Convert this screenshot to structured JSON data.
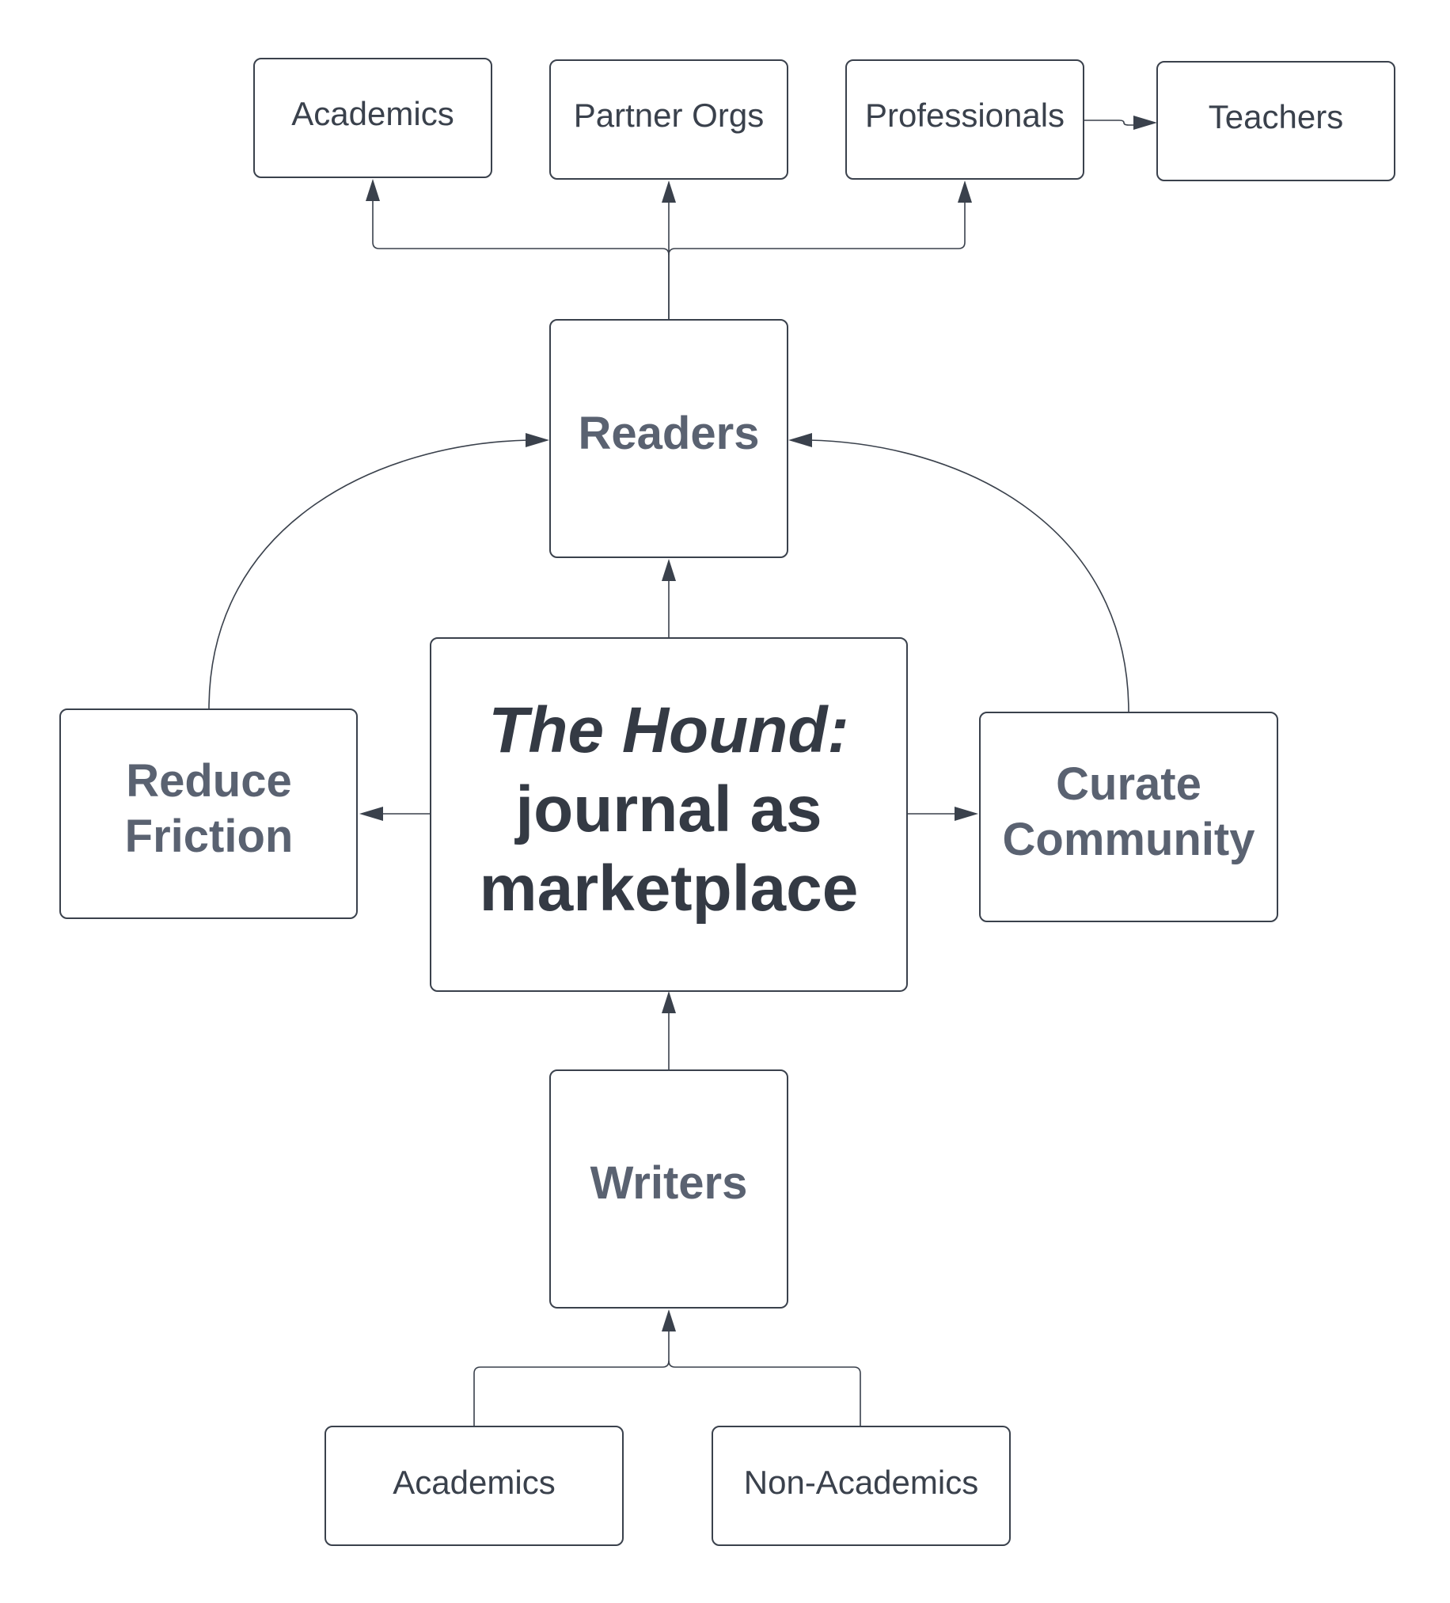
{
  "colors": {
    "stroke": "#3a414c",
    "text_dark": "#343a44",
    "text_medium": "#5a6271",
    "background": "#ffffff"
  },
  "nodes": {
    "academics_top": "Academics",
    "partner_orgs": "Partner Orgs",
    "professionals": "Professionals",
    "teachers": "Teachers",
    "readers": "Readers",
    "center_line1": "The Hound:",
    "center_line2": "journal as",
    "center_line3": "marketplace",
    "reduce_friction_line1": "Reduce",
    "reduce_friction_line2": "Friction",
    "curate_community_line1": "Curate",
    "curate_community_line2": "Community",
    "writers": "Writers",
    "academics_bottom": "Academics",
    "non_academics": "Non-Academics"
  }
}
